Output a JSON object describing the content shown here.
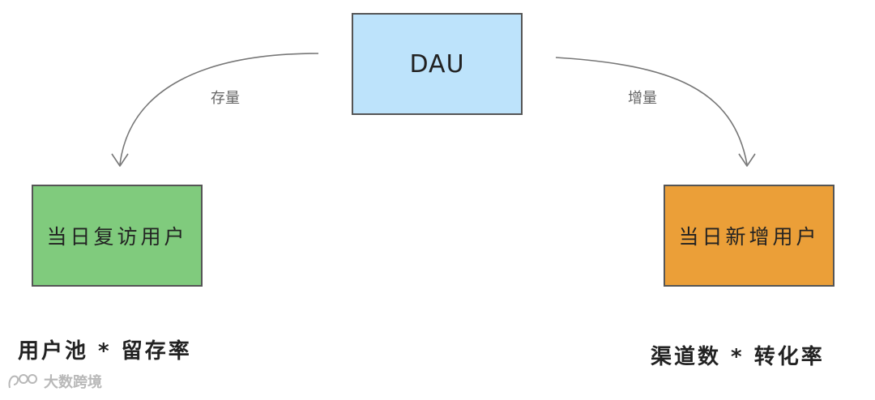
{
  "nodes": {
    "dau": {
      "label": "DAU",
      "color": "#bde3fb"
    },
    "returning": {
      "label": "当日复访用户",
      "color": "#80cb7d"
    },
    "new": {
      "label": "当日新增用户",
      "color": "#eb9f38"
    }
  },
  "edges": {
    "left": {
      "label": "存量"
    },
    "right": {
      "label": "增量"
    }
  },
  "formulas": {
    "left": "用户池 * 留存率",
    "right": "渠道数 * 转化率"
  },
  "watermark": {
    "text": "大数跨境"
  }
}
